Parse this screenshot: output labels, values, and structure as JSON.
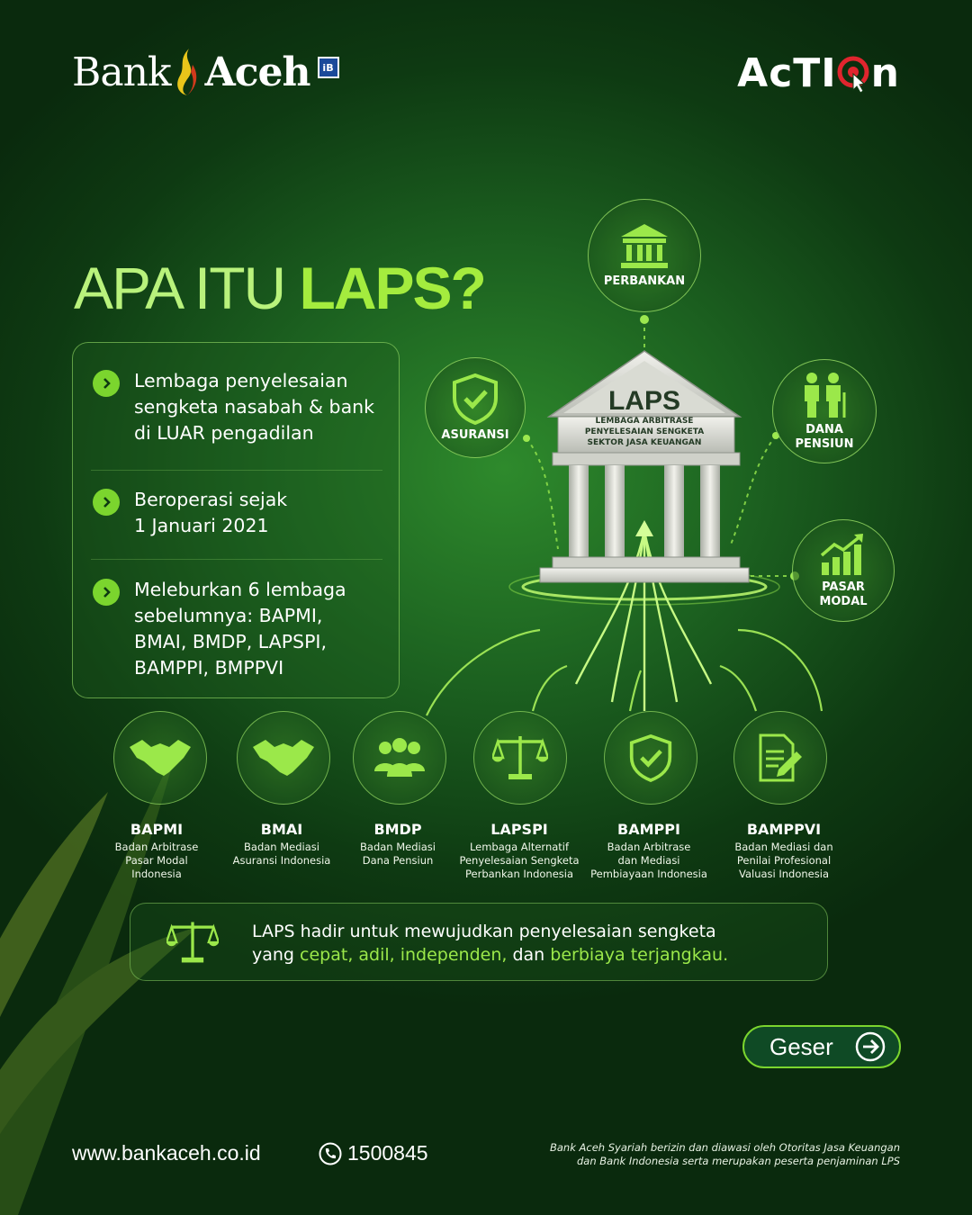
{
  "header": {
    "brand_part1": "Bank",
    "brand_part2": "Aceh",
    "brand_badge": "iB",
    "action_prefix": "AcTI",
    "action_suffix": "n"
  },
  "title": {
    "part1": "APA ITU ",
    "part2": "LAPS?"
  },
  "info": [
    {
      "text": "Lembaga penyelesaian sengketa nasabah & bank di LUAR pengadilan"
    },
    {
      "text": "Beroperasi sejak 1 Januari 2021"
    },
    {
      "text": "Meleburkan 6 lembaga sebelumnya: BAPMI, BMAI, BMDP, LAPSPI, BAMPPI, BMPPVI"
    }
  ],
  "building": {
    "name": "LAPS",
    "line1": "LEMBAGA ARBITRASE",
    "line2": "PENYELESAIAN SENGKETA",
    "line3": "SEKTOR JASA KEUANGAN"
  },
  "sectors": {
    "perbankan": "PERBANKAN",
    "asuransi": "ASURANSI",
    "dana_pensiun_1": "DANA",
    "dana_pensiun_2": "PENSIUN",
    "pasar_modal_1": "PASAR",
    "pasar_modal_2": "MODAL"
  },
  "institutions": [
    {
      "name": "BAPMI",
      "desc": [
        "Badan Arbitrase",
        "Pasar Modal",
        "Indonesia"
      ]
    },
    {
      "name": "BMAI",
      "desc": [
        "Badan Mediasi",
        "Asuransi Indonesia",
        ""
      ]
    },
    {
      "name": "BMDP",
      "desc": [
        "Badan Mediasi",
        "Dana Pensiun",
        ""
      ]
    },
    {
      "name": "LAPSPI",
      "desc": [
        "Lembaga Alternatif",
        "Penyelesaian Sengketa",
        "Perbankan Indonesia"
      ]
    },
    {
      "name": "BAMPPI",
      "desc": [
        "Badan Arbitrase",
        "dan Mediasi",
        "Pembiayaan Indonesia"
      ]
    },
    {
      "name": "BAMPPVI",
      "desc": [
        "Badan Mediasi dan",
        "Penilai Profesional",
        "Valuasi Indonesia"
      ]
    }
  ],
  "statement": {
    "line1": "LAPS hadir untuk mewujudkan penyelesaian sengketa",
    "yang": "yang ",
    "hl1": "cepat, adil, independen,",
    "dan": " dan ",
    "hl2": "berbiaya terjangkau."
  },
  "geser": "Geser",
  "footer": {
    "url": "www.bankaceh.co.id",
    "phone": "1500845",
    "disclaimer_1": "Bank Aceh Syariah berizin dan diawasi oleh Otoritas Jasa Keuangan",
    "disclaimer_2": "dan Bank Indonesia serta merupakan peserta penjaminan LPS"
  },
  "colors": {
    "accent": "#7bd52e",
    "title_green": "#a4ec3e",
    "bg_dark": "#0e3a12"
  }
}
